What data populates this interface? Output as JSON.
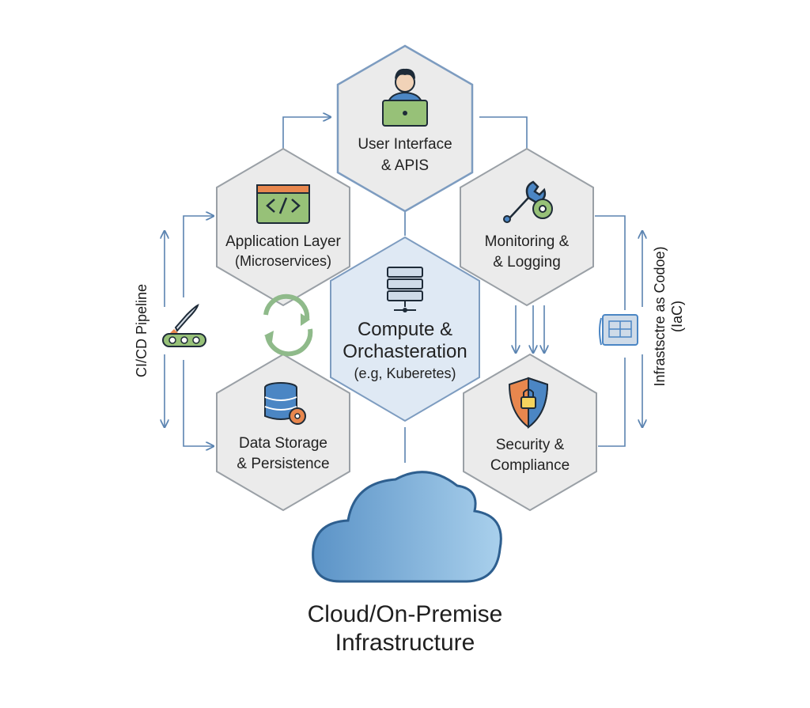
{
  "nodes": {
    "ui": {
      "line1": "User Interface",
      "line2": "& APIS"
    },
    "app": {
      "line1": "Application Layer",
      "line2": "(Microservices)"
    },
    "monitor": {
      "line1": "Monitoring &",
      "line2": "& Logging"
    },
    "compute": {
      "line1": "Compute &",
      "line2": "Orchasteration",
      "line3": "(e.g, Kuberetes)"
    },
    "data": {
      "line1": "Data Storage",
      "line2": "& Persistence"
    },
    "security": {
      "line1": "Security &",
      "line2": "Compliance"
    }
  },
  "side": {
    "cicd": "CI/CD Pipeline",
    "iac_line1": "Infrastsctre as Codoe)",
    "iac_line2": "(IaC)"
  },
  "infra": {
    "line1": "Cloud/On-Premise",
    "line2": "Infrastructure"
  },
  "colors": {
    "hex_fill": "#ebebeb",
    "hex_stroke": "#9aa0a6",
    "hex_active_fill": "#dfe9f4",
    "hex_active_stroke": "#7d9cc0",
    "connector": "#5b84b1",
    "cloud_light": "#9ec6e6",
    "cloud_dark": "#5b93c7"
  }
}
